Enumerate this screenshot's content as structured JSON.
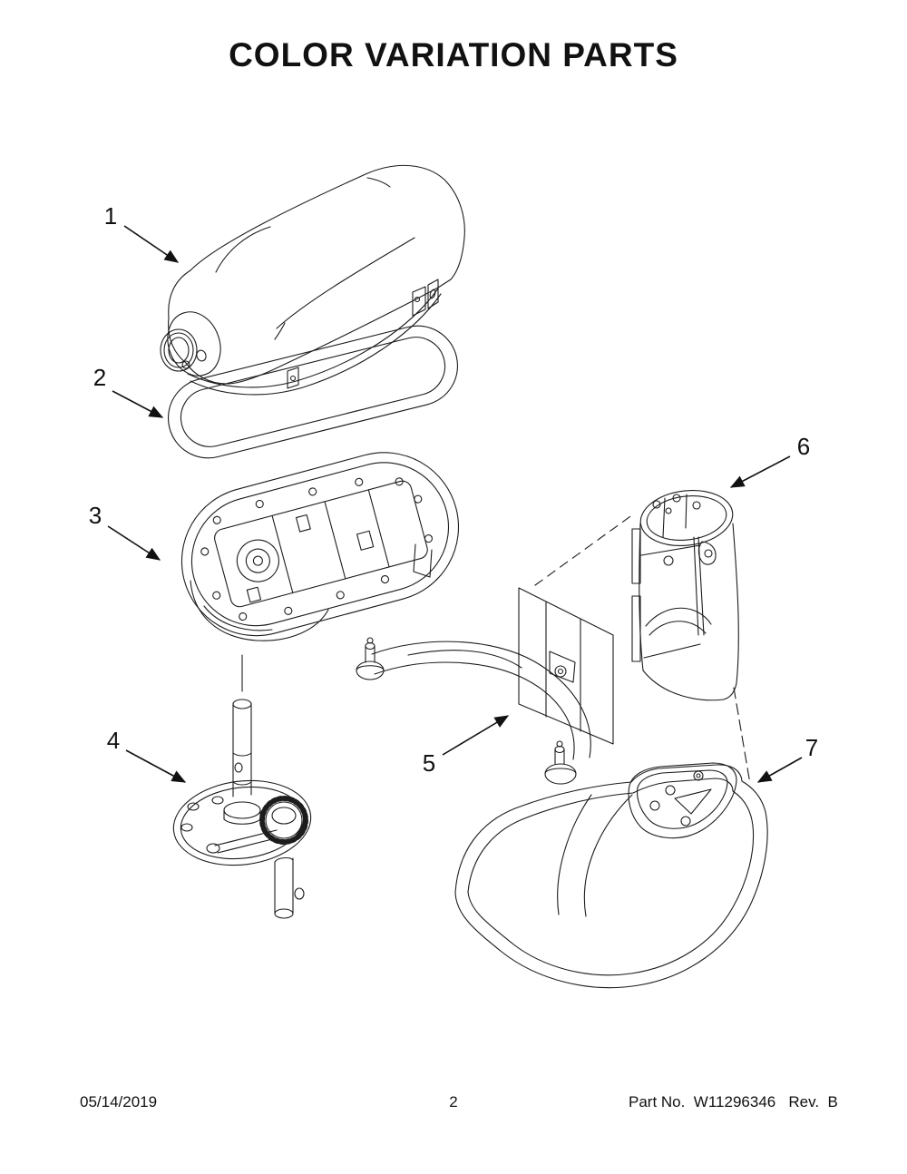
{
  "page": {
    "title": "COLOR VARIATION PARTS",
    "footer": {
      "date": "05/14/2019",
      "page_number": "2",
      "part_info": "Part No.  W11296346   Rev.  B"
    }
  },
  "callouts": [
    {
      "label": "1"
    },
    {
      "label": "2"
    },
    {
      "label": "3"
    },
    {
      "label": "4"
    },
    {
      "label": "5"
    },
    {
      "label": "6"
    },
    {
      "label": "7"
    }
  ]
}
